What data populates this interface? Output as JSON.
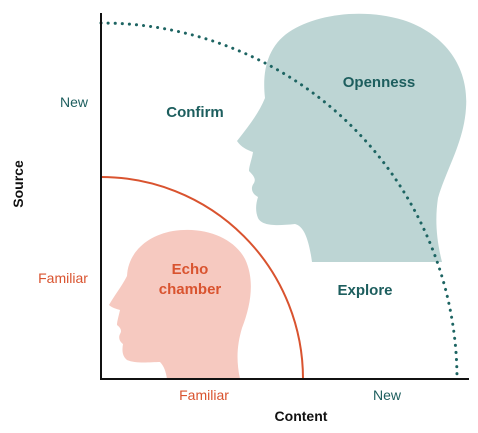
{
  "axes": {
    "x_label": "Content",
    "y_label": "Source",
    "x_ticks": {
      "familiar": "Familiar",
      "new": "New"
    },
    "y_ticks": {
      "familiar": "Familiar",
      "new": "New"
    }
  },
  "regions": {
    "openness": "Openness",
    "confirm": "Confirm",
    "explore": "Explore",
    "echo_line1": "Echo",
    "echo_line2": "chamber"
  },
  "colors": {
    "teal_text": "#1d5e5e",
    "teal_dots": "#1d6462",
    "teal_head": "#bdd5d4",
    "red": "#d9532f",
    "red_text": "#d9532f",
    "pink_head": "#f6c9c0",
    "axis": "#111111"
  }
}
